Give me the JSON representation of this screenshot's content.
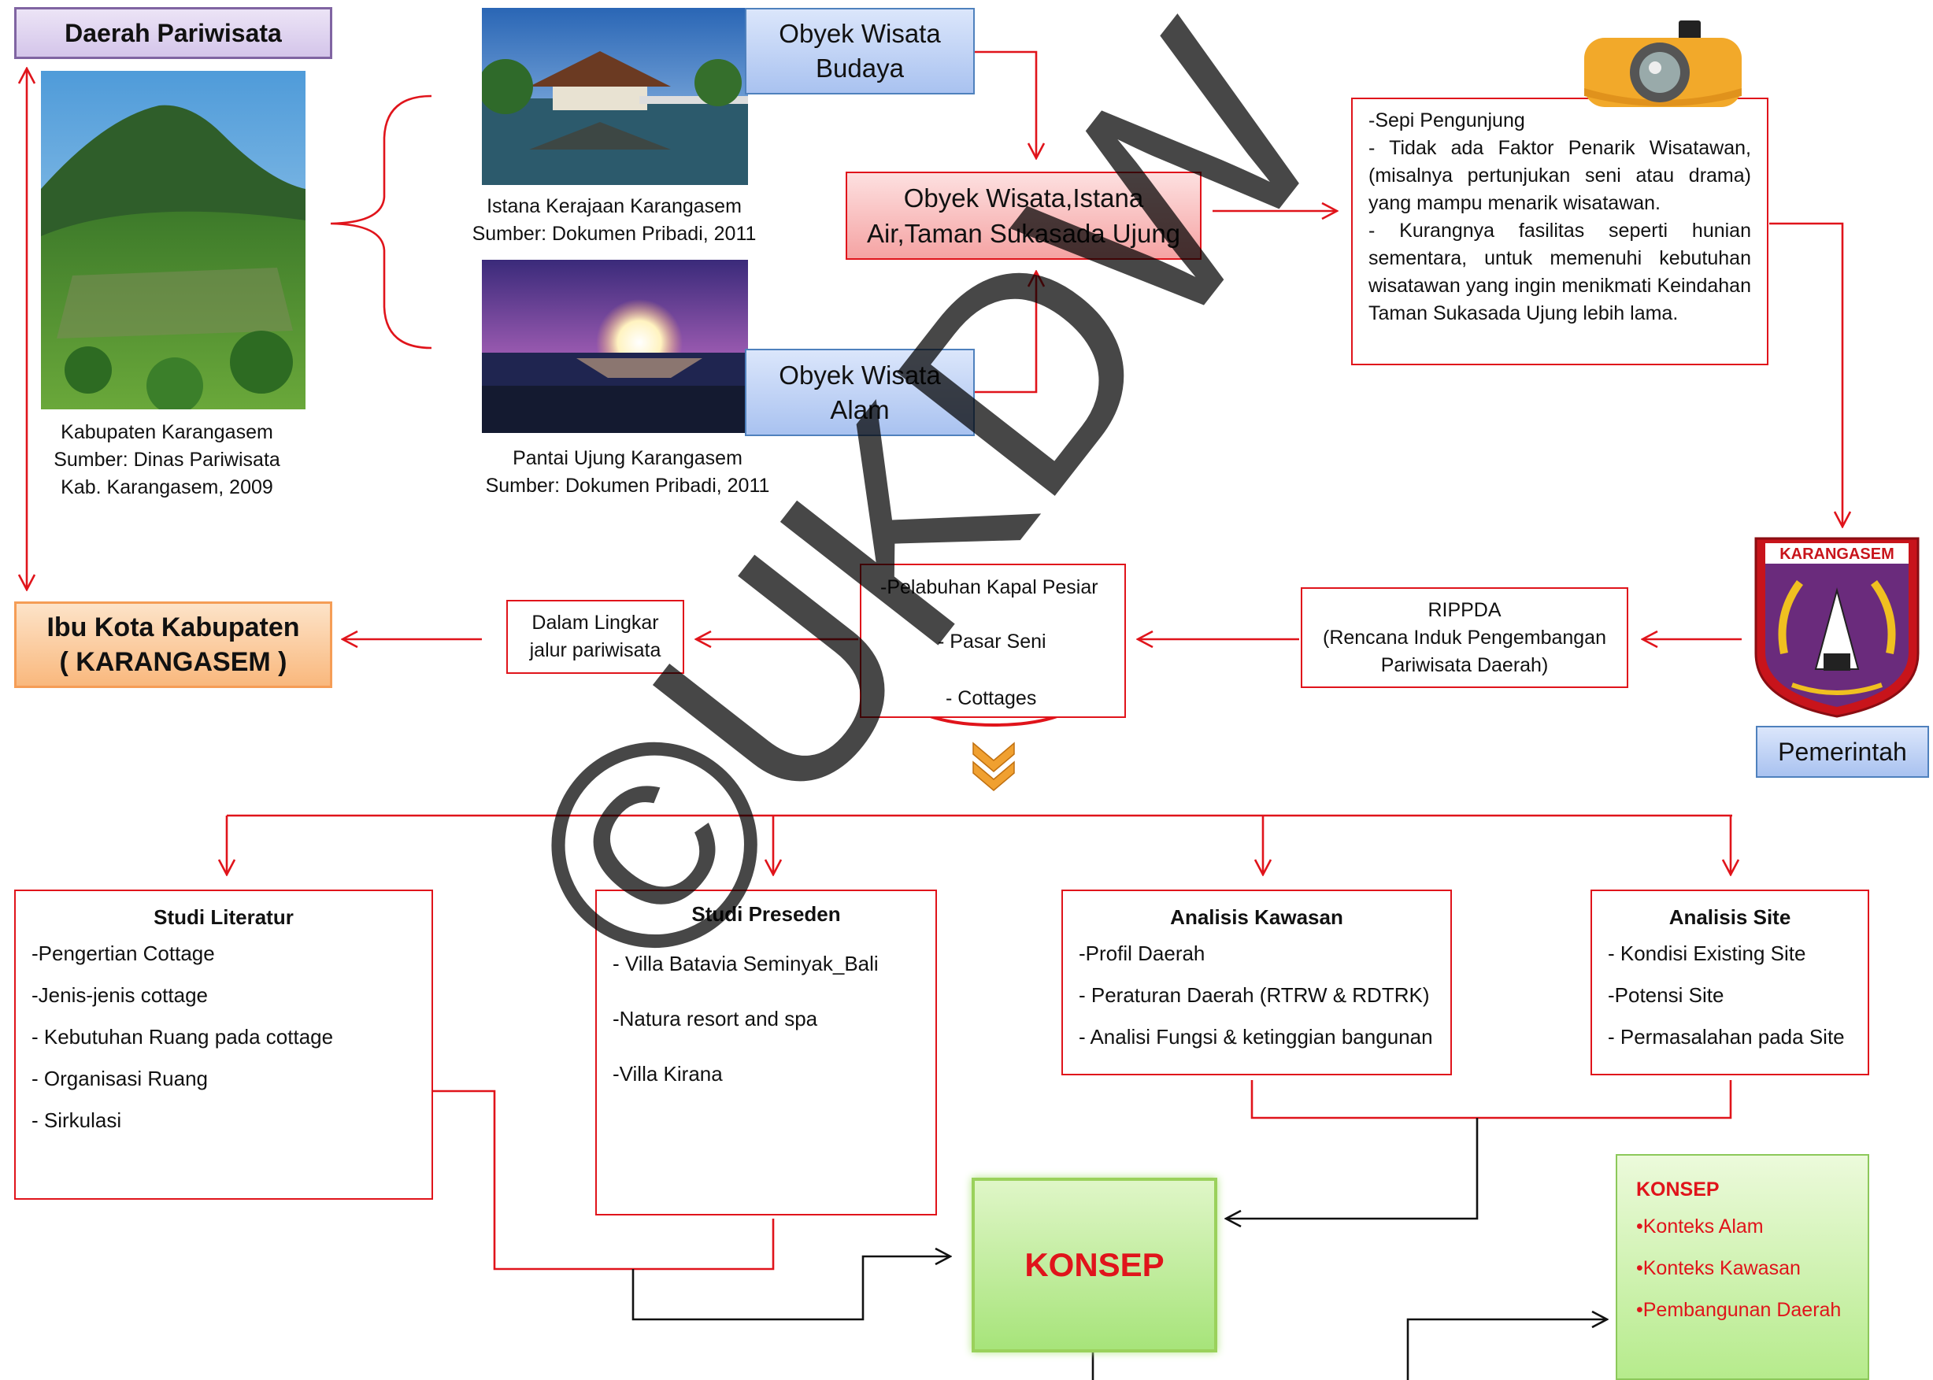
{
  "top_left": {
    "daerah": "Daerah Pariwisata",
    "kab_caption": [
      "Kabupaten Karangasem",
      "Sumber: Dinas Pariwisata",
      "Kab. Karangasem, 2009"
    ],
    "ibu_kota": [
      "Ibu Kota Kabupaten",
      "( KARANGASEM )"
    ]
  },
  "photos": {
    "istana_caption": [
      "Istana Kerajaan Karangasem",
      "Sumber: Dokumen Pribadi, 2011"
    ],
    "pantai_caption": [
      "Pantai Ujung Karangasem",
      "Sumber: Dokumen Pribadi, 2011"
    ]
  },
  "boxes": {
    "budaya": [
      "Obyek Wisata",
      "Budaya"
    ],
    "alam": [
      "Obyek Wisata",
      "Alam"
    ],
    "istana_air": [
      "Obyek Wisata,Istana",
      "Air,Taman Sukasada Ujung"
    ]
  },
  "problems": {
    "p1": "-Sepi Pengunjung",
    "p2": "- Tidak ada Faktor Penarik Wisatawan, (misalnya pertunjukan seni atau drama) yang mampu menarik wisatawan.",
    "p3": "- Kurangnya fasilitas seperti hunian sementara, untuk memenuhi kebutuhan wisatawan yang ingin menikmati Keindahan Taman Sukasada Ujung lebih lama."
  },
  "government": {
    "emblem_text": "KARANGASEM",
    "label": "Pemerintah"
  },
  "rippda": [
    "RIPPDA",
    "(Rencana Induk Pengembangan",
    "Pariwisata Daerah)"
  ],
  "facilities": [
    "-Pelabuhan Kapal Pesiar",
    "- Pasar Seni",
    "- Cottages"
  ],
  "lingkar": [
    "Dalam Lingkar",
    "jalur pariwisata"
  ],
  "studies": {
    "literatur": {
      "title": "Studi Literatur",
      "items": [
        "-Pengertian Cottage",
        "-Jenis-jenis cottage",
        "- Kebutuhan Ruang pada cottage",
        "- Organisasi Ruang",
        "- Sirkulasi"
      ]
    },
    "preseden": {
      "title": "Studi Preseden",
      "items": [
        "- Villa Batavia Seminyak_Bali",
        "-Natura resort and spa",
        "-Villa Kirana"
      ]
    },
    "kawasan": {
      "title": "Analisis Kawasan",
      "items": [
        "-Profil Daerah",
        "- Peraturan Daerah (RTRW & RDTRK)",
        "- Analisi Fungsi & ketinggian bangunan"
      ]
    },
    "site": {
      "title": "Analisis Site",
      "items": [
        "- Kondisi Existing Site",
        "-Potensi Site",
        "- Permasalahan pada Site"
      ]
    }
  },
  "konsep": {
    "main": "KONSEP",
    "side_title": "KONSEP",
    "side_items": [
      "•Konteks Alam",
      "•Konteks Kawasan",
      "•Pembangunan Daerah"
    ]
  },
  "watermark": "©UKDW",
  "colors": {
    "line": "#e0141b",
    "konsep_text": "#e0141b"
  }
}
